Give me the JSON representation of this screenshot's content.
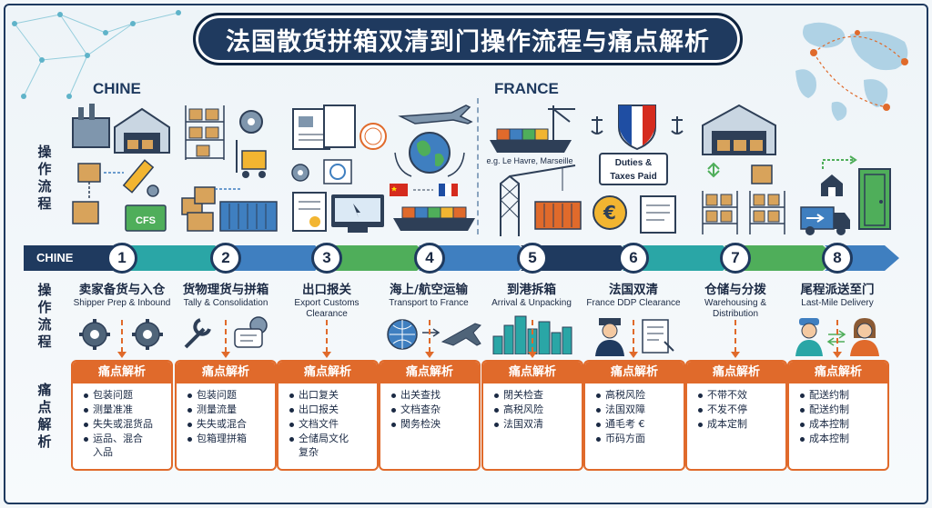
{
  "title": "法国散货拼箱双清到门操作流程与痛点解析",
  "regions": {
    "china": "CHINE",
    "france": "FRANCE"
  },
  "side_labels": {
    "operation_top": [
      "操",
      "作",
      "流",
      "程"
    ],
    "operation_mid": [
      "操",
      "作",
      "流",
      "程"
    ],
    "pain": [
      "痛",
      "点",
      "解",
      "析"
    ]
  },
  "timeline": {
    "origin_tag": "CHINE"
  },
  "icon_text": {
    "cfs": "CFS",
    "port_caption": "e.g. Le Havre, Marseille",
    "duties_line1": "Duties &",
    "duties_line2": "Taxes Paid",
    "euro": "€"
  },
  "pain_header": "痛点解析",
  "steps": [
    {
      "num": "1",
      "zh": "卖家备货与入仓",
      "en": "Shipper Prep & Inbound",
      "pains": [
        "包装问题",
        "测量准准",
        "失失或混货品",
        "运品、混合",
        "入品"
      ],
      "cont_index": 4
    },
    {
      "num": "2",
      "zh": "货物理货与拼箱",
      "en": "Tally & Consolidation",
      "pains": [
        "包装问题",
        "测量流量",
        "失失或混合",
        "包箱理拼箱"
      ]
    },
    {
      "num": "3",
      "zh": "出口报关",
      "en": "Export Customs Clearance",
      "pains": [
        "出口复关",
        "出口报关",
        "文档文件",
        "仝储局文化",
        "复杂"
      ],
      "cont_index": 4
    },
    {
      "num": "4",
      "zh": "海上/航空运输",
      "en": "Transport to France",
      "pains": [
        "出关查找",
        "文档查杂",
        "関务检泱"
      ]
    },
    {
      "num": "5",
      "zh": "到港拆箱",
      "en": "Arrival & Unpacking",
      "pains": [
        "閉关检查",
        "高税风险",
        "法国双清"
      ]
    },
    {
      "num": "6",
      "zh": "法国双清",
      "en": "France DDP Clearance",
      "pains": [
        "高税风险",
        "法国双障",
        "通毛考 €",
        "币码方面"
      ]
    },
    {
      "num": "7",
      "zh": "仓储与分拨",
      "en": "Warehousing & Distribution",
      "pains": [
        "不带不效",
        "不发不停",
        "成本定制"
      ]
    },
    {
      "num": "8",
      "zh": "尾程派送至门",
      "en": "Last-Mile Delivery",
      "pains": [
        "配送约制",
        "配送约制",
        "成本控制",
        "成本控制"
      ]
    }
  ],
  "colors": {
    "navy": "#1f3a5f",
    "orange": "#e06a2b",
    "teal": "#2aa6a6",
    "blue": "#3f7fc0",
    "green": "#4fae5a",
    "gold": "#f2b531"
  }
}
